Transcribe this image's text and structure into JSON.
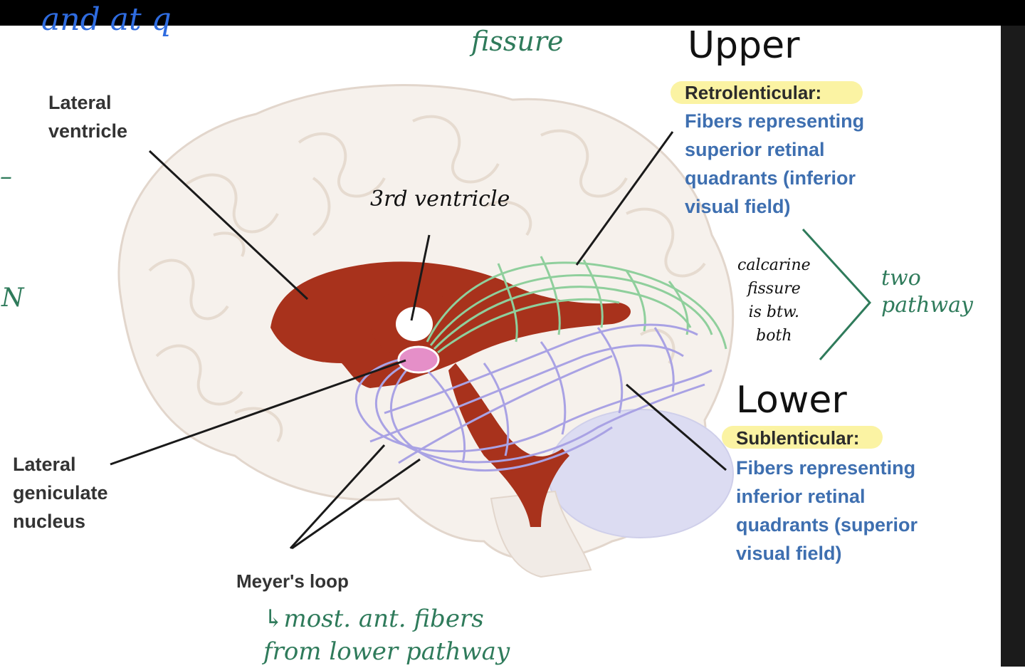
{
  "top_partial_text": "and at q",
  "fissure_note": "fissure",
  "left_marks": {
    "dash": "–",
    "n": "N"
  },
  "labels": {
    "lateral_ventricle": "Lateral\nventricle",
    "third_ventricle": "3rd ventricle",
    "lateral_geniculate": "Lateral\ngeniculate\nnucleus",
    "meyers_loop": "Meyer's loop"
  },
  "upper": {
    "heading": "Upper",
    "tag": "Retrolenticular:",
    "description": "Fibers representing\nsuperior retinal\nquadrants (inferior\nvisual field)"
  },
  "lower": {
    "heading": "Lower",
    "tag": "Sublenticular:",
    "description": "Fibers representing\ninferior retinal\nquadrants (superior\nvisual field)"
  },
  "notes": {
    "calcarine": "calcarine\nfissure\nis btw.\nboth",
    "two_pathway": "two\npathway",
    "meyers_note": "↳most. ant. fibers\nfrom lower pathway"
  },
  "colors": {
    "ventricle": "#a8321c",
    "upper_fibers": "#8fcf9c",
    "lower_fibers": "#a9a2e4",
    "lgn": "#e58fc8",
    "highlight": "#fbf3a3",
    "blue_text": "#3e6fb0",
    "handwriting_green": "#2f7b5b"
  }
}
